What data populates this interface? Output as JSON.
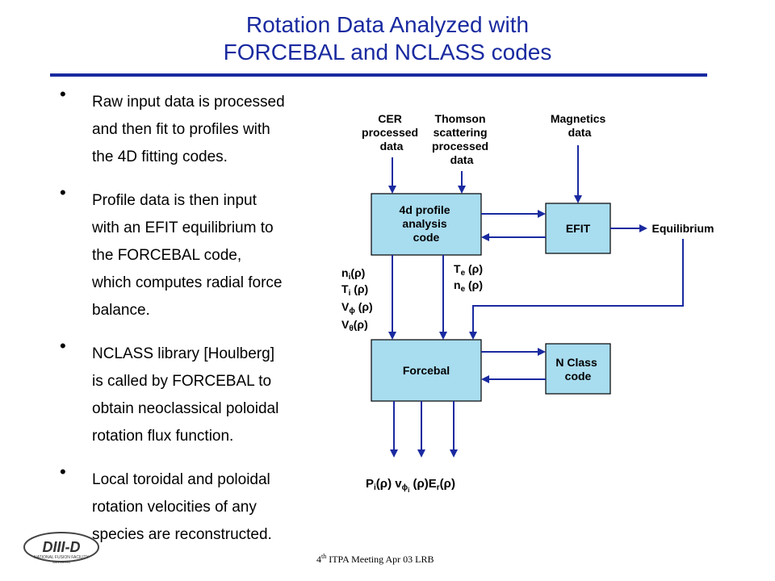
{
  "title": {
    "line1": "Rotation Data Analyzed with",
    "line2": "FORCEBAL and NCLASS codes"
  },
  "bullets": [
    {
      "text": "Raw input data is processed\nand then fit to profiles with\nthe 4D fitting codes."
    },
    {
      "text": "Profile data is then input\nwith an EFIT equilibrium to\nthe FORCEBAL code,\nwhich computes radial force\nbalance."
    },
    {
      "text": "NCLASS library [Houlberg]\nis called by FORCEBAL to\nobtain neoclassical poloidal\nrotation flux function."
    },
    {
      "text": "Local toroidal and poloidal\nrotation velocities of any\nspecies are reconstructed."
    }
  ],
  "diagram": {
    "inputs": {
      "cer": [
        "CER",
        "processed",
        "data"
      ],
      "thomson": [
        "Thomson",
        "scattering",
        "processed",
        "data"
      ],
      "magnetics": [
        "Magnetics",
        "data"
      ]
    },
    "boxes": {
      "profile": [
        "4d profile",
        "analysis",
        "code"
      ],
      "efit": "EFIT",
      "forcebal": "Forcebal",
      "nclass": [
        "N Class",
        "code"
      ]
    },
    "equilibrium_label": "Equilibrium",
    "left_quantities": [
      "n",
      "T",
      "V",
      "V"
    ],
    "right_quantities": [
      "T",
      "n"
    ],
    "outputs": [
      "P",
      "v",
      "E"
    ]
  },
  "footer": {
    "sup": "th",
    "number": "4",
    "text": " ITPA Meeting  Apr 03  LRB"
  },
  "logo": {
    "main": "DIII-D",
    "sub": "NATIONAL FUSION FACILITY",
    "city": "SAN DIEGO"
  },
  "colors": {
    "title": "#1a2aa0",
    "box_fill": "#a8dcef",
    "arrow": "#1a2aa0"
  }
}
